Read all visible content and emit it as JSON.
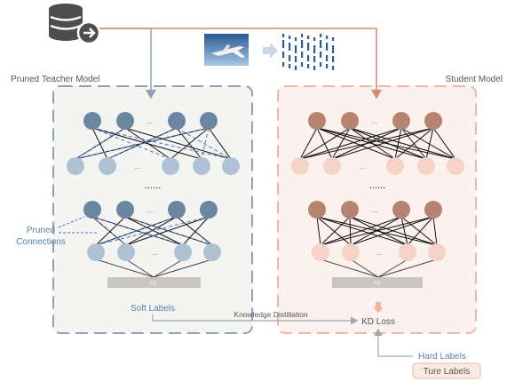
{
  "labels": {
    "teacher_title": "Pruned Teacher Model",
    "student_title": "Student Model",
    "pruned_connections_line1": "Pruned",
    "pruned_connections_line2": "Connections",
    "soft_labels": "Soft Labels",
    "knowledge_distillation": "Knowledge Distillation",
    "kd_loss": "KD Loss",
    "hard_labels": "Hard Labels",
    "true_labels": "Ture Labels",
    "fc": "FC",
    "ellipsis_small": "...",
    "ellipsis_big": "......"
  },
  "colors": {
    "teacher_border": "#8fa3b8",
    "teacher_fill": "#f4f4f3",
    "teacher_node_dark": "#6b86a0",
    "teacher_node_light": "#aec2d4",
    "pruned_link": "#4a72b8",
    "student_border": "#f0b8a4",
    "student_fill": "#fbf1ed",
    "student_node_dark": "#b98372",
    "student_node_light": "#f5d3c6",
    "fc_bar": "#c9c6c1",
    "teacher_text": "#5b7fa8",
    "student_text": "#666666",
    "arrow_teacher": "#8fa3b8",
    "arrow_student": "#d98a70",
    "true_labels_box": "#fbeae3"
  },
  "icons": [
    "database-icon",
    "airplane-image",
    "feature-barcode-icon"
  ]
}
